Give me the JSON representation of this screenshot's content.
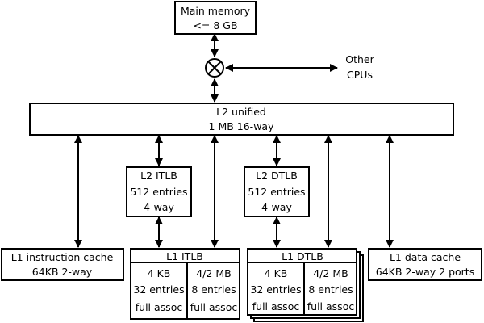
{
  "main_memory": {
    "line1": "Main memory",
    "line2": "<= 8 GB"
  },
  "other_cpus": {
    "line1": "Other",
    "line2": "CPUs"
  },
  "l2_unified": {
    "line1": "L2 unified",
    "line2": "1 MB 16-way"
  },
  "l2_itlb": {
    "line1": "L2 ITLB",
    "line2": "512 entries",
    "line3": "4-way"
  },
  "l2_dtlb": {
    "line1": "L2 DTLB",
    "line2": "512 entries",
    "line3": "4-way"
  },
  "l1_icache": {
    "line1": "L1 instruction cache",
    "line2": "64KB 2-way"
  },
  "l1_itlb": {
    "title": "L1 ITLB",
    "left": {
      "size": "4 KB",
      "entries": "32 entries",
      "assoc": "full assoc"
    },
    "right": {
      "size": "4/2 MB",
      "entries": "8 entries",
      "assoc": "full assoc"
    }
  },
  "l1_dtlb": {
    "title": "L1 DTLB",
    "left": {
      "size": "4 KB",
      "entries": "32 entries",
      "assoc": "full assoc"
    },
    "right": {
      "size": "4/2 MB",
      "entries": "8 entries",
      "assoc": "full assoc"
    }
  },
  "l1_dcache": {
    "line1": "L1 data cache",
    "line2": "64KB 2-way 2 ports"
  },
  "icons": {
    "crossbar": "crossbar-x-circle-icon",
    "arrowhead": "double-arrow-icon"
  }
}
